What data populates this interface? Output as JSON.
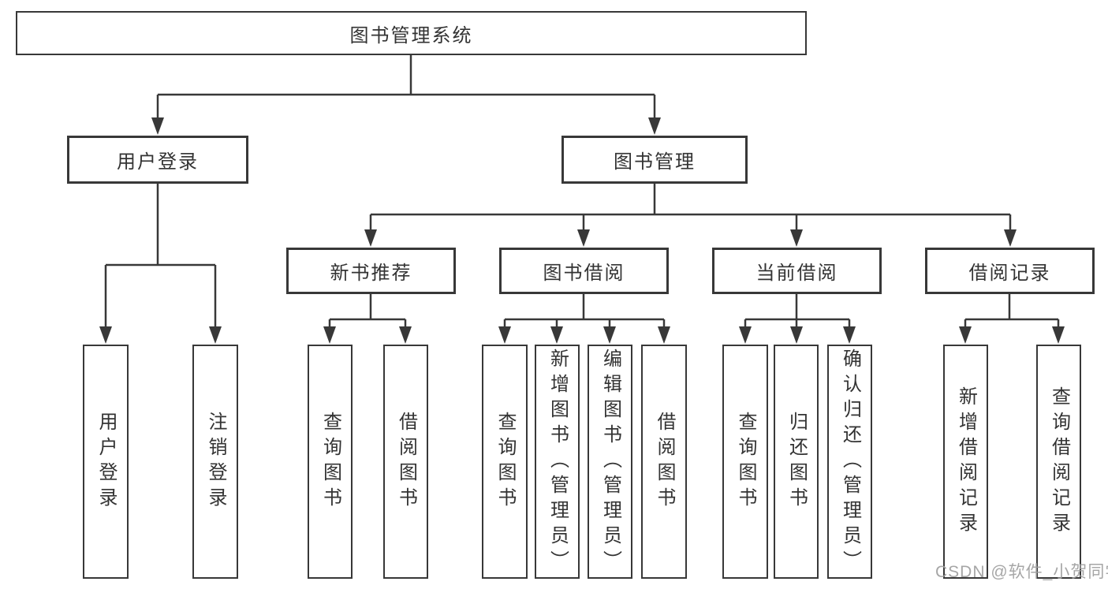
{
  "tree": {
    "root": "图书管理系统",
    "children": [
      {
        "label": "用户登录",
        "children": [
          "用户登录",
          "注销登录"
        ]
      },
      {
        "label": "图书管理",
        "children": [
          {
            "label": "新书推荐",
            "children": [
              "查询图书",
              "借阅图书"
            ]
          },
          {
            "label": "图书借阅",
            "children": [
              "查询图书",
              "新增图书（管理员）",
              "编辑图书（管理员）",
              "借阅图书"
            ]
          },
          {
            "label": "当前借阅",
            "children": [
              "查询图书",
              "归还图书",
              "确认归还（管理员）"
            ]
          },
          {
            "label": "借阅记录",
            "children": [
              "新增借阅记录",
              "查询借阅记录"
            ]
          }
        ]
      }
    ]
  },
  "watermark": {
    "text": "CSDN @软件_小贺同学"
  },
  "colors": {
    "line": "#383838",
    "text": "#333333",
    "background": "#ffffff",
    "watermark": "#9f9f9f"
  }
}
